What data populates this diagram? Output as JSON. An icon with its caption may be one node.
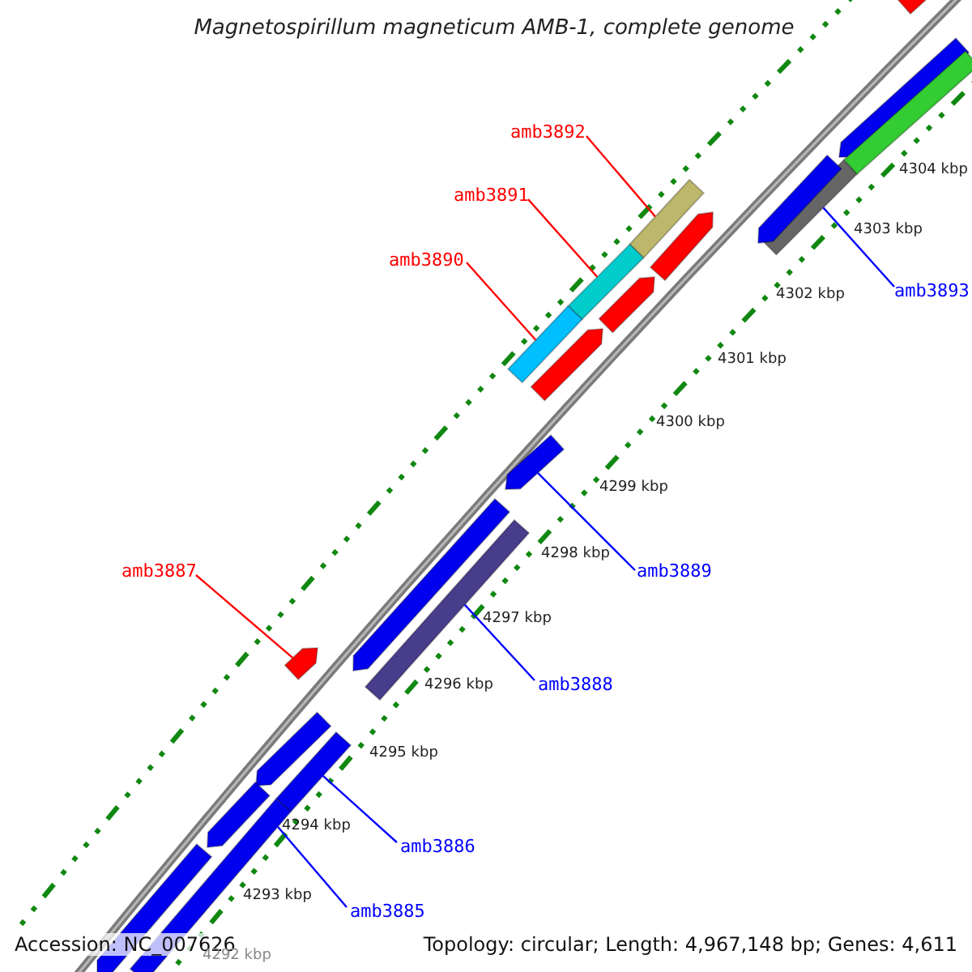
{
  "diagram": {
    "title": "Magnetospirillum magneticum AMB-1, complete genome",
    "nodes": [
      {
        "text": [
          "amb3892"
        ]
      },
      {
        "text": [],
        "shape": "bar"
      },
      {
        "text": [
          "amb3891"
        ]
      },
      {
        "text": [],
        "shape": "bar"
      },
      {
        "text": [
          "amb3890"
        ]
      },
      {
        "text": [],
        "shape": "bar"
      },
      {
        "text": [
          "amb3893"
        ]
      },
      {
        "text": [],
        "shape": "bar"
      },
      {
        "text": [
          "amb3889"
        ]
      },
      {
        "text": [],
        "shape": "bar"
      },
      {
        "text": [
          "amb3887"
        ]
      },
      {
        "text": [],
        "shape": "bar"
      },
      {
        "text": [
          "amb3888"
        ]
      },
      {
        "text": [],
        "shape": "bar"
      },
      {
        "text": [
          "amb3886"
        ]
      },
      {
        "text": [],
        "shape": "bar"
      },
      {
        "text": [
          "amb3885"
        ]
      },
      {
        "text": [],
        "shape": "bar"
      },
      {
        "text": [],
        "shape": "bar"
      },
      {
        "text": [],
        "shape": "bar"
      },
      {
        "text": [],
        "shape": "bar"
      },
      {
        "text": [],
        "shape": "bar"
      },
      {
        "text": [],
        "shape": "bar"
      },
      {
        "text": [],
        "shape": "bar"
      },
      {
        "text": [],
        "shape": "bar"
      },
      {
        "text": [],
        "shape": "bar"
      },
      {
        "text": [],
        "shape": "bar"
      },
      {
        "text": [],
        "shape": "bar"
      },
      {
        "text": [],
        "shape": "bar"
      }
    ],
    "edges": [
      {
        "from": 0,
        "to": 1,
        "arrow": "none",
        "color": "#ff0000"
      },
      {
        "from": 2,
        "to": 3,
        "arrow": "none",
        "color": "#ff0000"
      },
      {
        "from": 4,
        "to": 5,
        "arrow": "none",
        "color": "#ff0000"
      },
      {
        "from": 6,
        "to": 7,
        "arrow": "none"
      },
      {
        "from": 8,
        "to": 9,
        "arrow": "none"
      },
      {
        "from": 10,
        "to": 11,
        "arrow": "none",
        "color": "#ff0000"
      },
      {
        "from": 12,
        "to": 13,
        "arrow": "none"
      },
      {
        "from": 14,
        "to": 15,
        "arrow": "none"
      },
      {
        "from": 16,
        "to": 17,
        "arrow": "none"
      }
    ],
    "labels": [
      "4304 kbp",
      "4303 kbp",
      "4302 kbp",
      "4301 kbp",
      "4300 kbp",
      "4299 kbp",
      "4298 kbp",
      "4297 kbp",
      "4296 kbp",
      "4295 kbp",
      "4294 kbp",
      "4293 kbp",
      "4292 kbp",
      "Accession: NC_007626",
      "Topology: circular; Length: 4,967,148 bp; Genes: 4,611"
    ]
  }
}
